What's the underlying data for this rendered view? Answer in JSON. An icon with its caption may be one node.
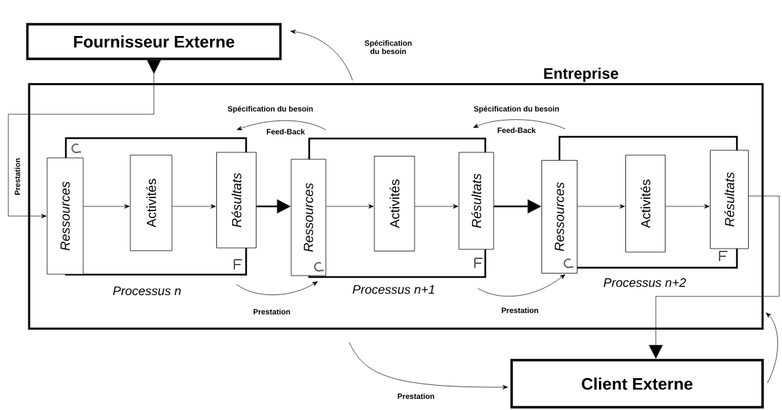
{
  "diagram": {
    "nodes": [
      {
        "text": [
          "Fournisseur Externe"
        ]
      },
      {
        "text": [
          "Entreprise"
        ]
      },
      {
        "text": [
          "Processus n"
        ],
        "in": 1
      },
      {
        "text": [
          "Ressources"
        ],
        "in": 1
      },
      {
        "text": [
          "Activités"
        ],
        "in": 2
      },
      {
        "text": [
          "Résultats"
        ],
        "in": 1
      },
      {
        "text": [
          "Processus n+1"
        ],
        "in": 1
      },
      {
        "text": [
          "Ressources"
        ],
        "in": 1
      },
      {
        "text": [
          "Activités"
        ],
        "in": 6
      },
      {
        "text": [
          "Résultats"
        ],
        "in": 1
      },
      {
        "text": [
          "Processus n+2"
        ],
        "in": 1
      },
      {
        "text": [
          "Ressources"
        ],
        "in": 1
      },
      {
        "text": [
          "Activités"
        ],
        "in": 10
      },
      {
        "text": [
          "Résultats"
        ],
        "in": 1
      },
      {
        "text": [
          "Client Externe"
        ]
      }
    ],
    "edges": [
      {
        "from": 0,
        "to": 3,
        "arrow": "to",
        "label": "Prestation"
      },
      {
        "from": 3,
        "to": 4,
        "arrow": "to"
      },
      {
        "from": 4,
        "to": 5,
        "arrow": "to"
      },
      {
        "from": 5,
        "to": 7,
        "arrow": "to",
        "style": "thick"
      },
      {
        "from": 7,
        "to": 8,
        "arrow": "to"
      },
      {
        "from": 8,
        "to": 9,
        "arrow": "to"
      },
      {
        "from": 9,
        "to": 11,
        "arrow": "to",
        "style": "thick"
      },
      {
        "from": 11,
        "to": 12,
        "arrow": "to"
      },
      {
        "from": 12,
        "to": 13,
        "arrow": "to"
      },
      {
        "from": 13,
        "to": 14,
        "arrow": "to"
      },
      {
        "from": 14,
        "to": 1,
        "arrow": "to"
      },
      {
        "from": 1,
        "to": 0,
        "arrow": "to",
        "label": "Spécification du besoin"
      },
      {
        "from": 7,
        "to": 5,
        "arrow": "to",
        "label": "Feed-Back"
      },
      {
        "from": 11,
        "to": 9,
        "arrow": "to",
        "label": "Feed-Back"
      },
      {
        "from": 2,
        "to": 6,
        "arrow": "to",
        "label": "Prestation"
      },
      {
        "from": 6,
        "to": 10,
        "arrow": "to",
        "label": "Prestation"
      },
      {
        "from": 1,
        "to": 14,
        "arrow": "to",
        "label": "Prestation"
      }
    ],
    "labels": [
      "Spécification du besoin",
      "Spécification du besoin"
    ]
  }
}
